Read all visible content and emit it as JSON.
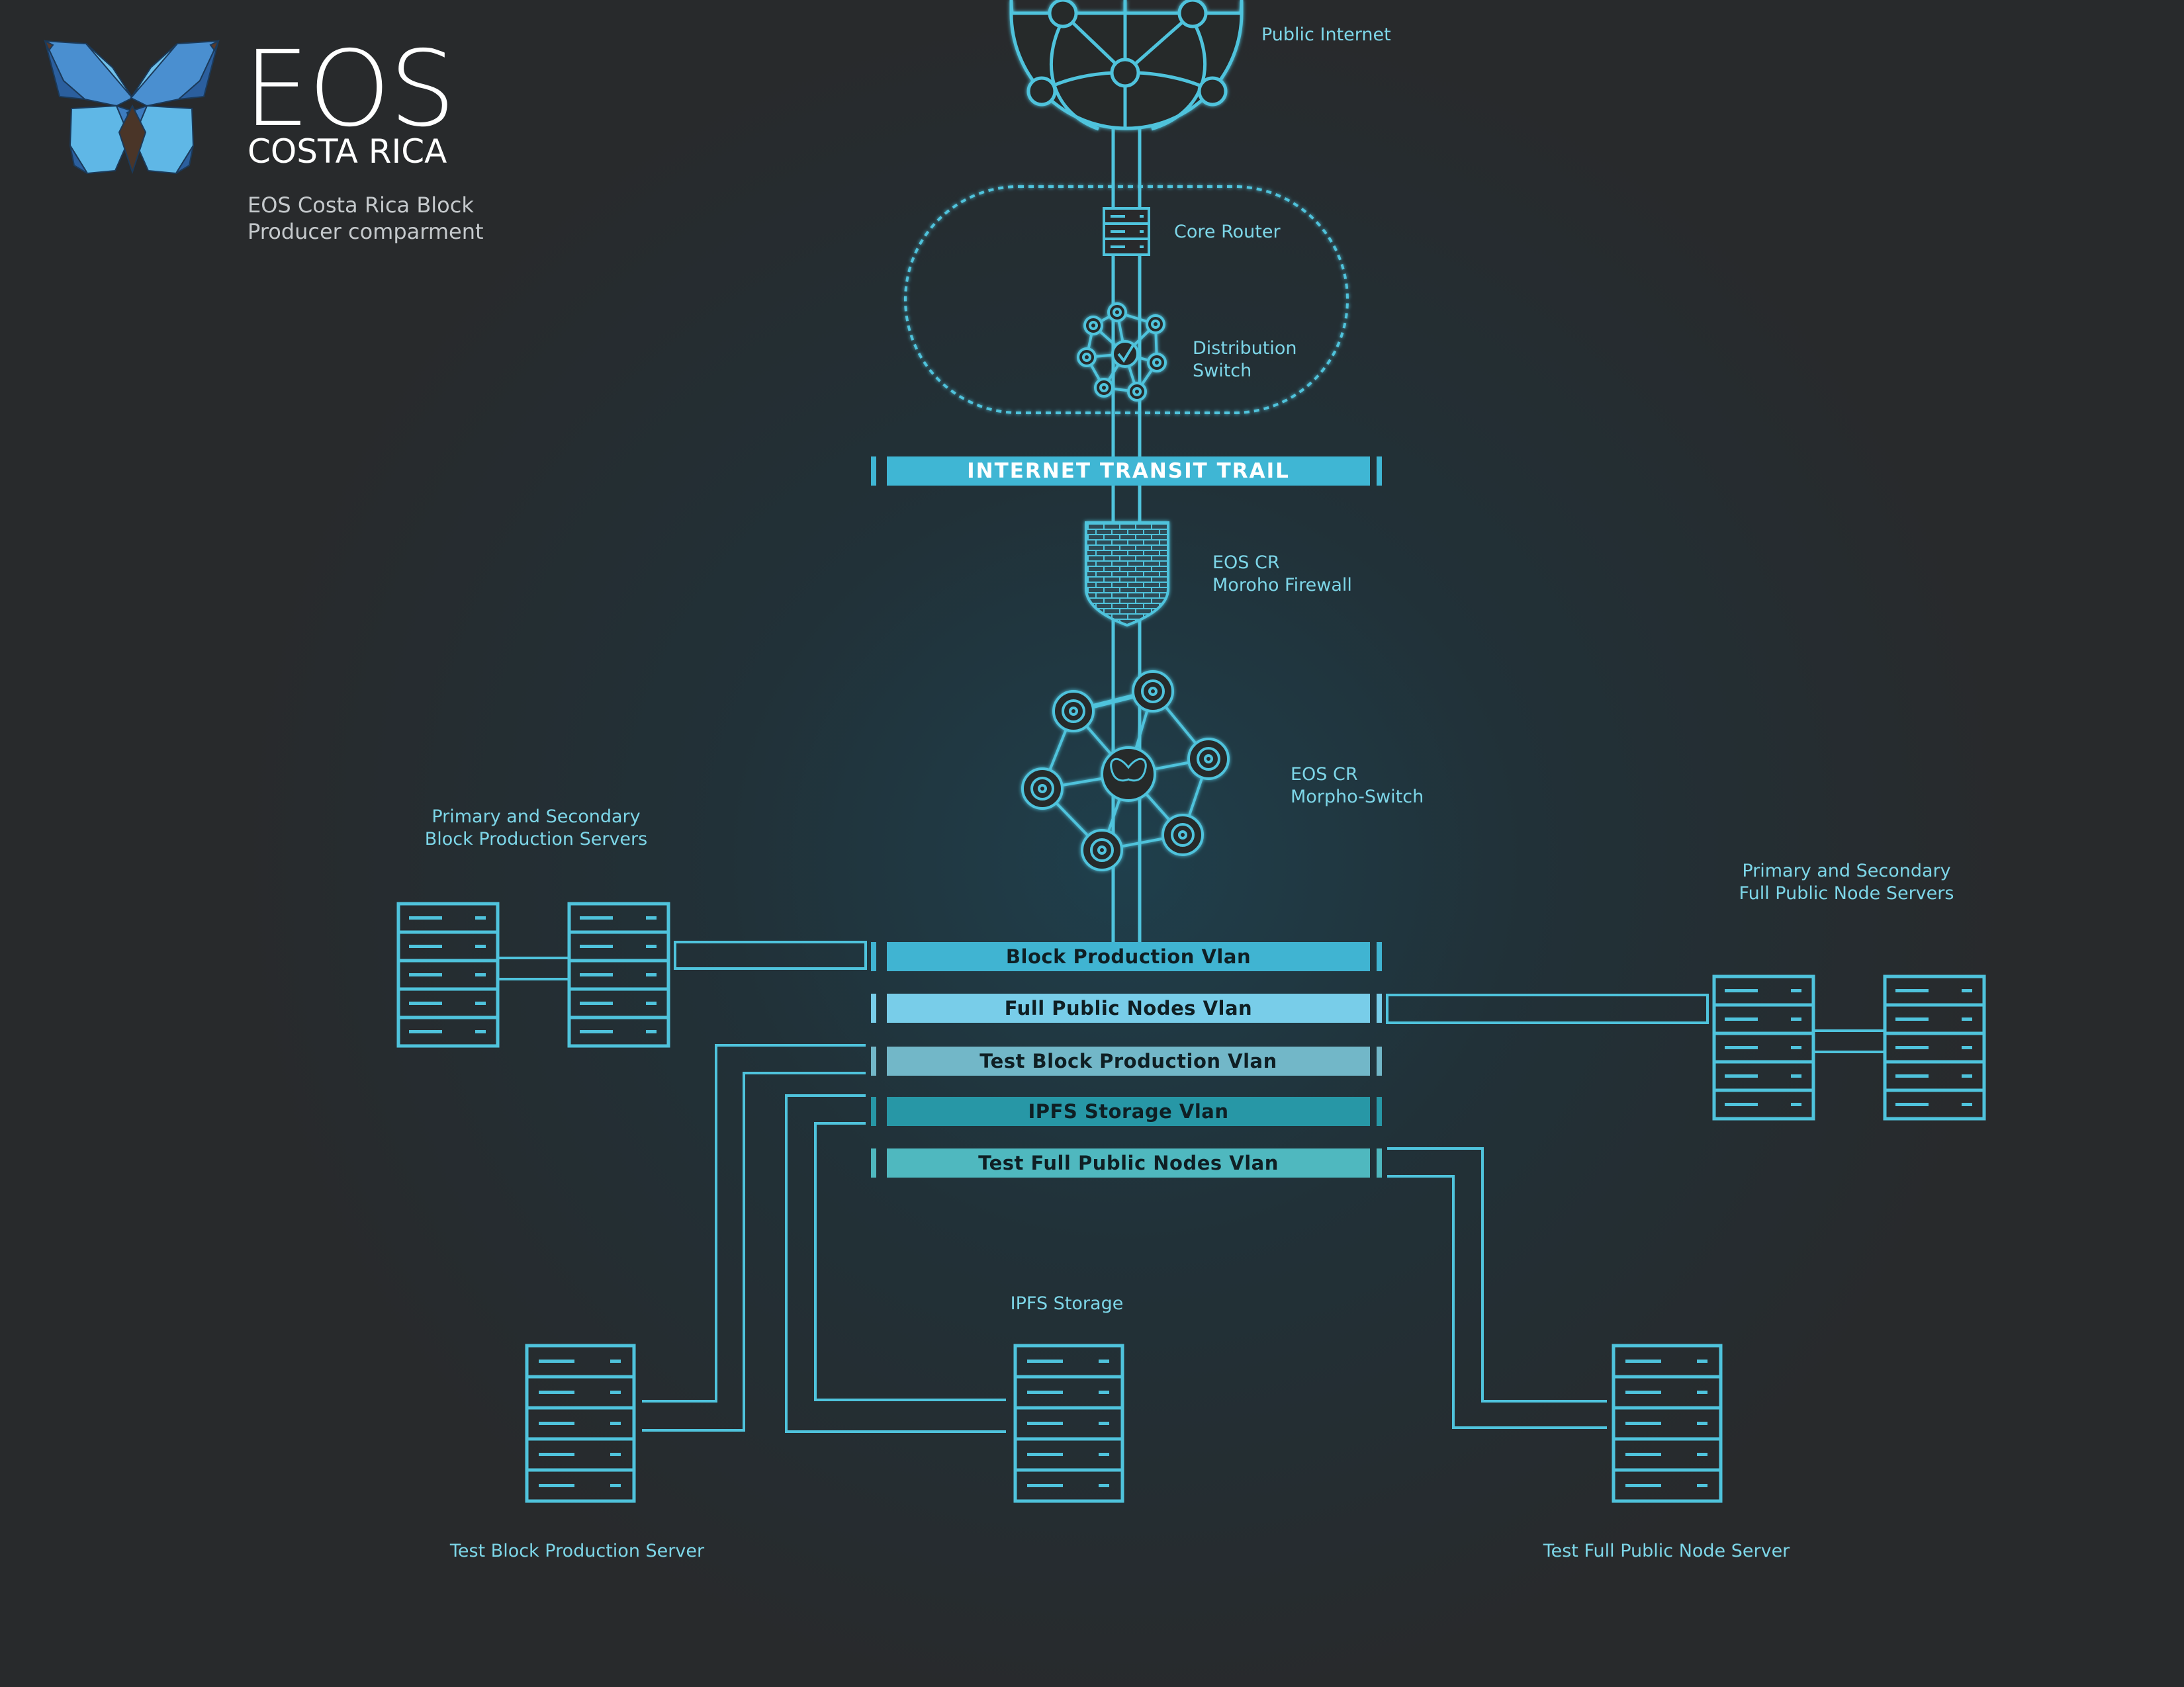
{
  "brand": {
    "name": "EOS",
    "subname": "COSTA RICA",
    "caption_line1": "EOS Costa Rica Block",
    "caption_line2": "Producer comparment"
  },
  "nodes": {
    "internet": "Public Internet",
    "core_router": "Core Router",
    "distribution_switch_1": "Distribution",
    "distribution_switch_2": "Switch",
    "firewall_1": "EOS CR",
    "firewall_2": "Moroho Firewall",
    "morpho_switch_1": "EOS CR",
    "morpho_switch_2": "Morpho-Switch"
  },
  "vlans": {
    "transit": "INTERNET TRANSIT TRAIL",
    "block_production": "Block Production Vlan",
    "full_public_nodes": "Full Public Nodes Vlan",
    "test_block_production": "Test Block Production Vlan",
    "ipfs_storage": "IPFS Storage Vlan",
    "test_full_public_nodes": "Test Full Public Nodes Vlan"
  },
  "servers": {
    "bp_1": "Primary and Secondary",
    "bp_2": "Block Production Servers",
    "fpn_1": "Primary and Secondary",
    "fpn_2": "Full Public Node Servers",
    "ipfs": "IPFS Storage",
    "test_bp": "Test Block Production Server",
    "test_fpn": "Test Full Public Node Server"
  },
  "colors": {
    "line": "#4fc3dc",
    "background": "#282a2c",
    "transit": "#3fb6d4",
    "block_production": "#40b4d2",
    "full_public_nodes": "#78cde9",
    "test_block_production": "#72b7c8",
    "ipfs_storage": "#2797a6",
    "test_full_public_nodes": "#4fb8bf"
  }
}
